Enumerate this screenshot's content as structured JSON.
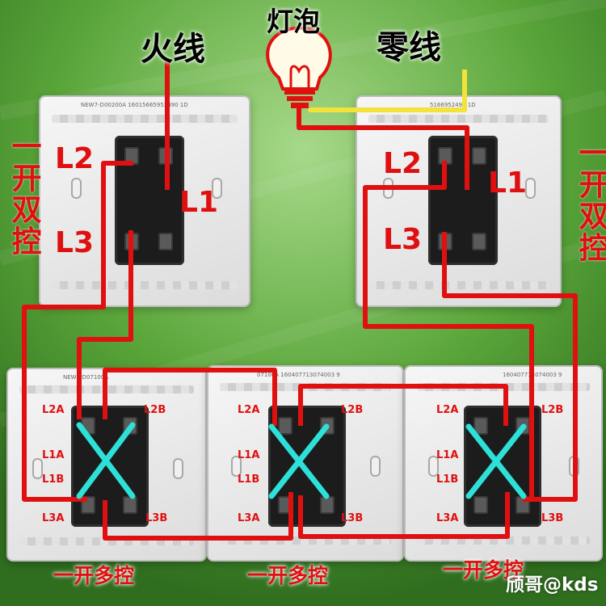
{
  "titles": {
    "live": "火线",
    "bulb": "灯泡",
    "neutral": "零线"
  },
  "side_labels": {
    "left": "一开双控",
    "right": "一开双控"
  },
  "two_way_switch": {
    "l1": "L1",
    "l2": "L2",
    "l3": "L3",
    "model_left": "NEW7-D00200A 16015665952490 1D",
    "model_right": "5166952490 1D"
  },
  "multi_switch": {
    "l1a": "L1A",
    "l1b": "L1B",
    "l2a": "L2A",
    "l2b": "L2B",
    "l3a": "L3A",
    "l3b": "L3B",
    "bottom_label": "一开多控",
    "model_left": "NEW7-D07100A",
    "model_mid": "07100A 160407713074003 9",
    "model_right": "160407713074003 9"
  },
  "watermark": "颀哥@kds",
  "colors": {
    "live_wire": "#e01010",
    "neutral_wire": "#f2e23a",
    "cross_marker": "#2de0d8",
    "background_green": "#5aa63a"
  }
}
